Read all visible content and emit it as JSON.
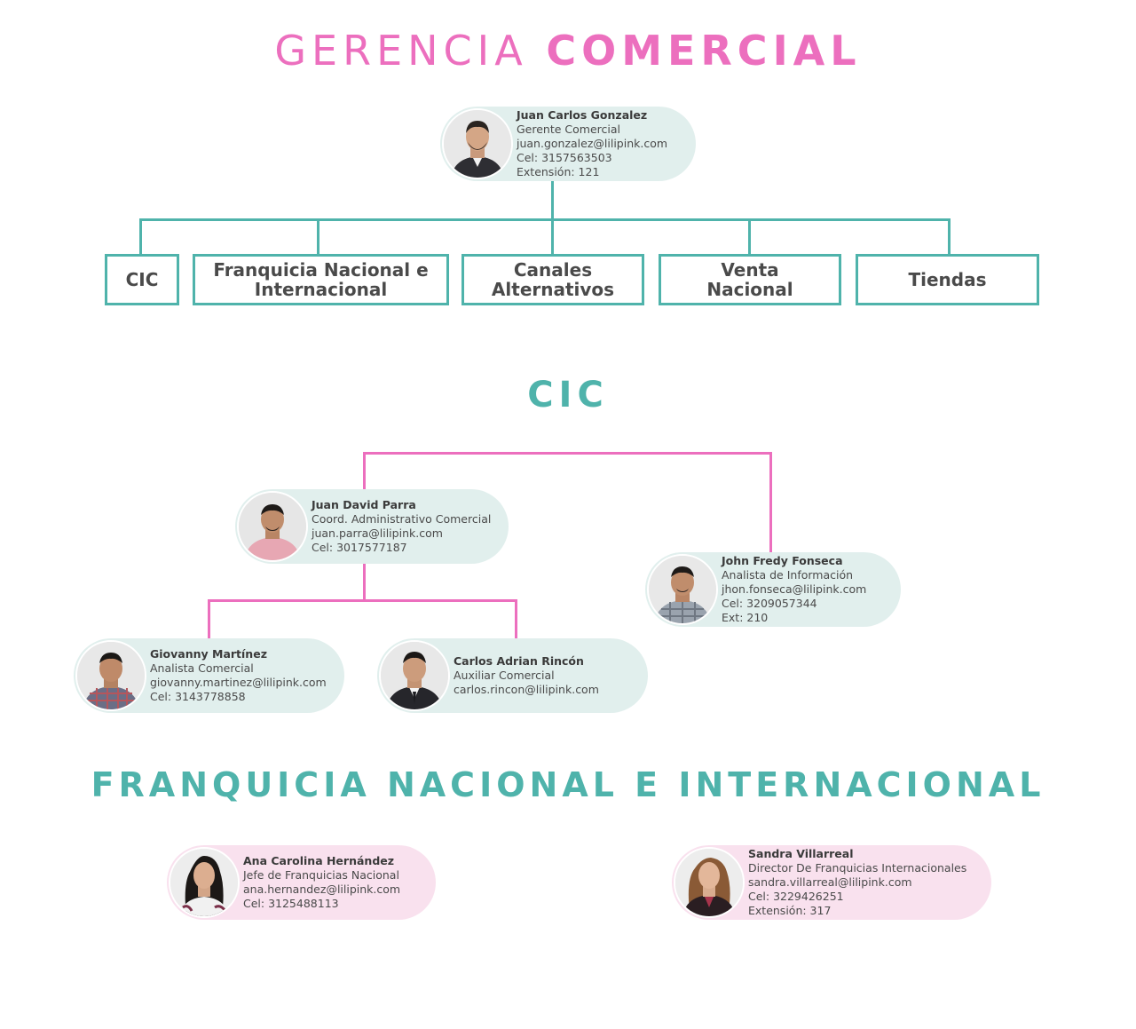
{
  "titles": {
    "main_light": "GERENCIA",
    "main_bold": "COMERCIAL",
    "cic": "CIC",
    "franquicia": "FRANQUICIA NACIONAL E INTERNACIONAL"
  },
  "manager": {
    "name": "Juan Carlos Gonzalez",
    "role": "Gerente Comercial",
    "email": "juan.gonzalez@lilipink.com",
    "phone": "Cel: 3157563503",
    "ext": "Extensión: 121"
  },
  "departments": [
    {
      "label": "CIC"
    },
    {
      "label": "Franquicia Nacional e Internacional"
    },
    {
      "label": "Canales Alternativos"
    },
    {
      "label": "Venta Nacional"
    },
    {
      "label": "Tiendas"
    }
  ],
  "cic": {
    "coord": {
      "name": "Juan David Parra",
      "role": "Coord. Administrativo Comercial",
      "email": "juan.parra@lilipink.com",
      "phone": "Cel: 3017577187"
    },
    "analyst_info": {
      "name": "John Fredy Fonseca",
      "role": "Analista de Información",
      "email": "jhon.fonseca@lilipink.com",
      "phone": "Cel: 3209057344",
      "ext": "Ext: 210"
    },
    "analyst_comercial": {
      "name": "Giovanny Martínez",
      "role": "Analista Comercial",
      "email": "giovanny.martinez@lilipink.com",
      "phone": "Cel: 3143778858"
    },
    "auxiliar": {
      "name": "Carlos Adrian Rincón",
      "role": "Auxiliar Comercial",
      "email": "carlos.rincon@lilipink.com"
    }
  },
  "franquicia": {
    "nacional": {
      "name": "Ana Carolina Hernández",
      "role": "Jefe de Franquicias Nacional",
      "email": "ana.hernandez@lilipink.com",
      "phone": "Cel: 3125488113"
    },
    "internacional": {
      "name": "Sandra Villarreal",
      "role": "Director De Franquicias Internacionales",
      "email": "sandra.villarreal@lilipink.com",
      "phone": "Cel: 3229426251",
      "ext": "Extensión: 317"
    }
  },
  "colors": {
    "pink": "#ec6fbe",
    "teal": "#4fb3ab",
    "card_teal": "#e1efed",
    "card_pink": "#f9e1ee"
  }
}
